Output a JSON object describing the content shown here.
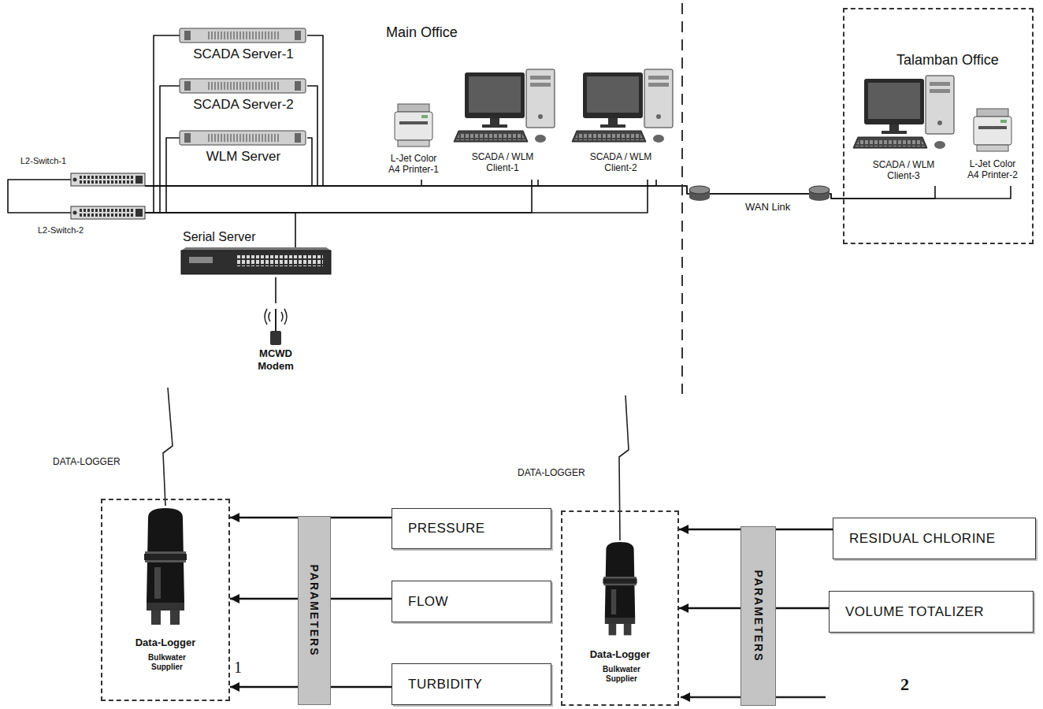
{
  "diagram": {
    "nodes": [
      {
        "text": [
          "L2-Switch-1"
        ]
      },
      {
        "text": [
          "L2-Switch-2"
        ]
      },
      {
        "text": [
          "SCADA Server-1"
        ]
      },
      {
        "text": [
          "SCADA Server-2"
        ]
      },
      {
        "text": [
          "WLM Server"
        ]
      },
      {
        "text": [
          "L-Jet Color A4 Printer-1"
        ]
      },
      {
        "text": [
          "SCADA / WLM Client-1"
        ]
      },
      {
        "text": [
          "SCADA / WLM Client-2"
        ]
      },
      {
        "text": [
          "Serial Server"
        ]
      },
      {
        "text": [
          "MCWD Modem"
        ]
      },
      {
        "text": [
          "Talamban Office"
        ]
      },
      {
        "text": [
          "SCADA / WLM Client-3"
        ],
        "in": 10
      },
      {
        "text": [
          "L-Jet Color A4 Printer-2"
        ],
        "in": 10
      },
      {
        "text": [
          "DATA-LOGGER",
          "Data-Logger",
          "Bulkwater Supplier"
        ]
      },
      {
        "text": [
          "PARAMETERS"
        ]
      },
      {
        "text": [
          "PRESSURE"
        ]
      },
      {
        "text": [
          "FLOW"
        ]
      },
      {
        "text": [
          "TURBIDITY"
        ]
      },
      {
        "text": [
          "DATA-LOGGER",
          "Data-Logger",
          "Bulkwater Supplier"
        ]
      },
      {
        "text": [
          "PARAMETERS"
        ]
      },
      {
        "text": [
          "RESIDUAL CHLORINE"
        ]
      },
      {
        "text": [
          "VOLUME TOTALIZER"
        ]
      }
    ],
    "edges": [
      {
        "from": 0,
        "to": 1,
        "arrow": "none"
      },
      {
        "from": 2,
        "to": 0,
        "arrow": "none"
      },
      {
        "from": 2,
        "to": 1,
        "arrow": "none"
      },
      {
        "from": 3,
        "to": 0,
        "arrow": "none"
      },
      {
        "from": 3,
        "to": 1,
        "arrow": "none"
      },
      {
        "from": 4,
        "to": 0,
        "arrow": "none"
      },
      {
        "from": 4,
        "to": 1,
        "arrow": "none"
      },
      {
        "from": 5,
        "to": 0,
        "arrow": "none"
      },
      {
        "from": 6,
        "to": 0,
        "arrow": "none"
      },
      {
        "from": 6,
        "to": 1,
        "arrow": "none"
      },
      {
        "from": 7,
        "to": 0,
        "arrow": "none"
      },
      {
        "from": 7,
        "to": 1,
        "arrow": "none"
      },
      {
        "from": 8,
        "to": 1,
        "arrow": "none"
      },
      {
        "from": 8,
        "to": 9,
        "arrow": "none"
      },
      {
        "from": 0,
        "to": 11,
        "label": "WAN Link",
        "arrow": "none"
      },
      {
        "from": 0,
        "to": 12,
        "arrow": "none"
      },
      {
        "from": 15,
        "to": 13,
        "arrow": "to"
      },
      {
        "from": 16,
        "to": 13,
        "arrow": "to"
      },
      {
        "from": 17,
        "to": 13,
        "arrow": "to"
      },
      {
        "from": 20,
        "to": 18,
        "arrow": "to"
      },
      {
        "from": 21,
        "to": 18,
        "arrow": "to"
      }
    ],
    "labels": [
      "Main Office",
      "1",
      "2"
    ]
  }
}
